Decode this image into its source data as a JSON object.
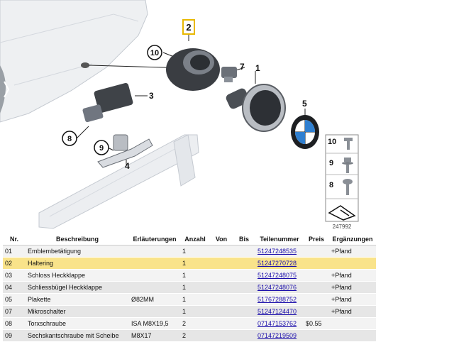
{
  "diagram": {
    "callouts": [
      "2",
      "10",
      "7",
      "1",
      "3",
      "5",
      "8",
      "9",
      "4"
    ],
    "selected_callout": "2",
    "inset_items": [
      "10",
      "9",
      "8"
    ],
    "image_code": "247992"
  },
  "table": {
    "headers": {
      "nr": "Nr.",
      "desc": "Beschreibung",
      "erl": "Erläuterungen",
      "anz": "Anzahl",
      "von": "Von",
      "bis": "Bis",
      "tn": "Teilenummer",
      "preis": "Preis",
      "erg": "Ergänzungen"
    },
    "rows": [
      {
        "nr": "01",
        "desc": "Emblembetätigung",
        "erl": "",
        "anz": "1",
        "tn": "51247248535",
        "preis": "",
        "erg": "+Pfand"
      },
      {
        "nr": "02",
        "desc": "Haltering",
        "erl": "",
        "anz": "1",
        "tn": "51247270728",
        "preis": "",
        "erg": ""
      },
      {
        "nr": "03",
        "desc": "Schloss Heckklappe",
        "erl": "",
        "anz": "1",
        "tn": "51247248075",
        "preis": "",
        "erg": "+Pfand"
      },
      {
        "nr": "04",
        "desc": "Schliessbügel Heckklappe",
        "erl": "",
        "anz": "1",
        "tn": "51247248076",
        "preis": "",
        "erg": "+Pfand"
      },
      {
        "nr": "05",
        "desc": "Plakette",
        "erl": "Ø82MM",
        "anz": "1",
        "tn": "51767288752",
        "preis": "",
        "erg": "+Pfand"
      },
      {
        "nr": "07",
        "desc": "Mikroschalter",
        "erl": "",
        "anz": "1",
        "tn": "51247124470",
        "preis": "",
        "erg": "+Pfand"
      },
      {
        "nr": "08",
        "desc": "Torxschraube",
        "erl": "ISA M8X19,5",
        "anz": "2",
        "tn": "07147153762",
        "preis": "$0.55",
        "erg": ""
      },
      {
        "nr": "09",
        "desc": "Sechskantschraube mit Scheibe",
        "erl": "M8X17",
        "anz": "2",
        "tn": "07147219509",
        "preis": "",
        "erg": ""
      }
    ],
    "selected_row": "02"
  },
  "colors": {
    "selected": "#f9e38a",
    "link": "#1a0dab",
    "highlight_box": "#e8b800",
    "line_art": "#d6dae0"
  }
}
